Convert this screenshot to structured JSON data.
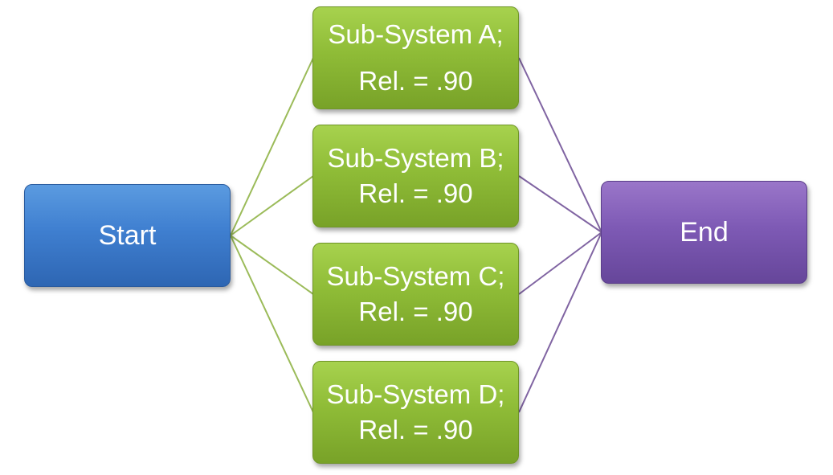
{
  "diagram": {
    "start_label": "Start",
    "end_label": "End",
    "subsystems": [
      {
        "name": "Sub-System A;",
        "reliability": "Rel. = .90"
      },
      {
        "name": "Sub-System B;",
        "reliability": "Rel. = .90"
      },
      {
        "name": "Sub-System C;",
        "reliability": "Rel. = .90"
      },
      {
        "name": "Sub-System D;",
        "reliability": "Rel. = .90"
      }
    ],
    "colors": {
      "start": "#3f7fd0",
      "subsystem": "#8fbc37",
      "end": "#7e5ab5",
      "start_connector": "#9bbb59",
      "end_connector": "#8064a2"
    }
  }
}
